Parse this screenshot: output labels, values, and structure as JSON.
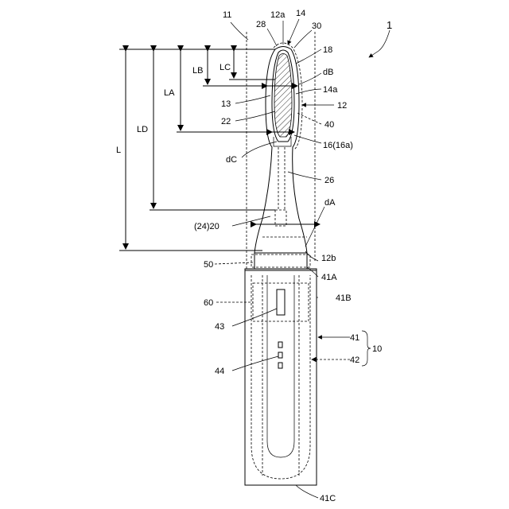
{
  "figure": {
    "ref_1": "1",
    "labels": {
      "n11": "11",
      "n12a": "12a",
      "n14": "14",
      "n28": "28",
      "n30": "30",
      "n18": "18",
      "dB": "dB",
      "n14a": "14a",
      "n12": "12",
      "n40": "40",
      "n13": "13",
      "n22": "22",
      "n16": "16(16a)",
      "dC": "dC",
      "n26": "26",
      "dA": "dA",
      "n2420": "(24)20",
      "n12b": "12b",
      "n50": "50",
      "n41A": "41A",
      "n60": "60",
      "n41B": "41B",
      "n43": "43",
      "n41": "41",
      "n10": "10",
      "n42": "42",
      "n44": "44",
      "n41C": "41C",
      "L": "L",
      "LD": "LD",
      "LA": "LA",
      "LB": "LB",
      "LC": "LC"
    }
  }
}
